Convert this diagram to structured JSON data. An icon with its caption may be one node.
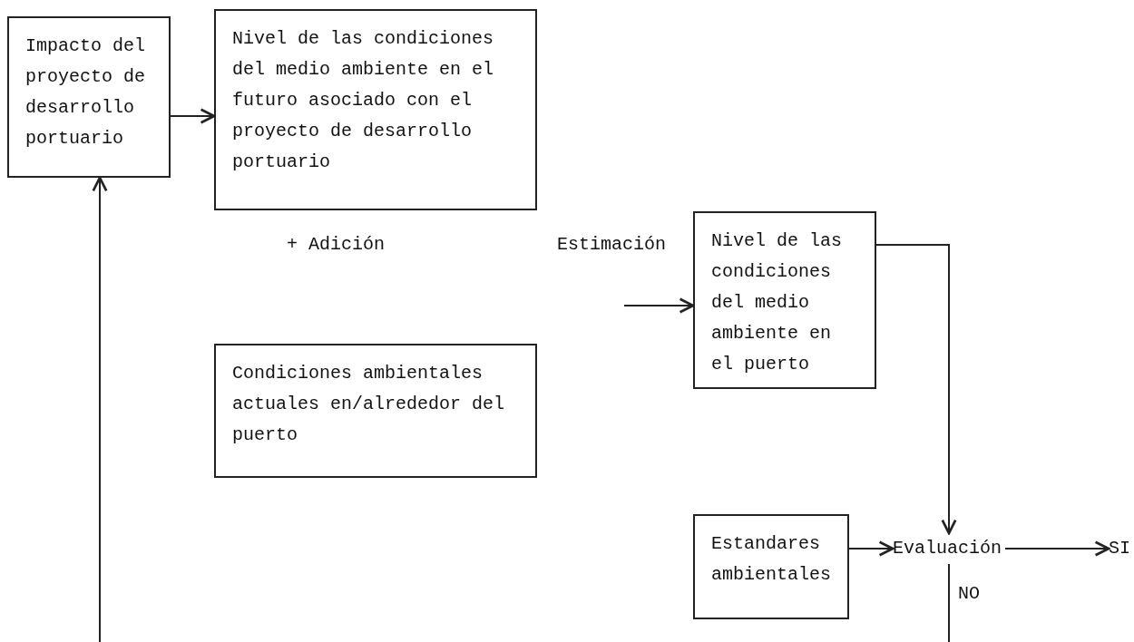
{
  "diagram": {
    "nodes": [
      {
        "text": [
          "Impacto del proyecto de desarrollo portuario"
        ]
      },
      {
        "text": [
          "Nivel de las condiciones del medio ambiente en el futuro asociado con el proyecto de desarrollo portuario"
        ]
      },
      {
        "text": [
          "Condiciones ambientales actuales en/alrededor del puerto"
        ]
      },
      {
        "text": [
          "Nivel de las condiciones del medio ambiente en el puerto"
        ]
      },
      {
        "text": [
          "Estandares ambientales"
        ]
      },
      {
        "text": [
          "Evaluación"
        ]
      },
      {
        "text": [
          "SI"
        ]
      }
    ],
    "edges": [
      {
        "from": 0,
        "to": 1,
        "arrow": "to"
      },
      {
        "from": 3,
        "to": 5,
        "arrow": "to"
      },
      {
        "from": 4,
        "to": 5,
        "arrow": "to"
      },
      {
        "from": 5,
        "to": 6,
        "arrow": "to"
      },
      {
        "from": 5,
        "to": null,
        "arrow": "none",
        "label": "NO"
      },
      {
        "from": null,
        "to": 0,
        "arrow": "to"
      },
      {
        "from": null,
        "to": 3,
        "arrow": "to"
      }
    ],
    "labels": [
      "+ Adición",
      "Estimación"
    ]
  }
}
